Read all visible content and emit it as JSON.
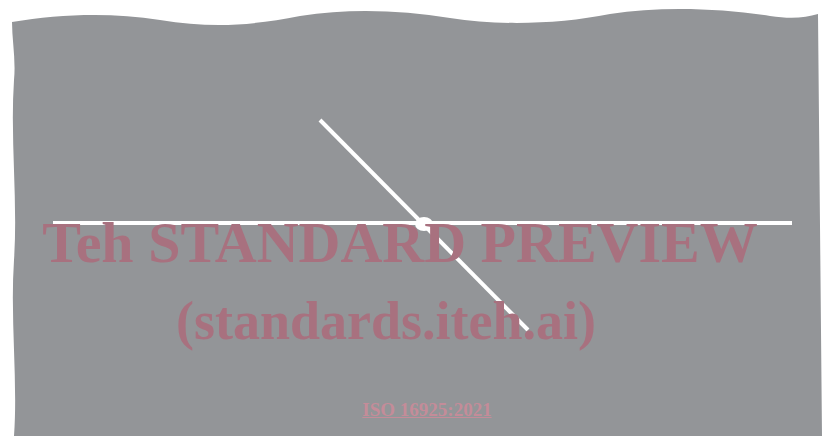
{
  "diagram": {
    "labels": [
      "Teh STANDARD PREVIEW",
      "(standards.iteh.ai)",
      "ISO 16925:2021"
    ]
  }
}
